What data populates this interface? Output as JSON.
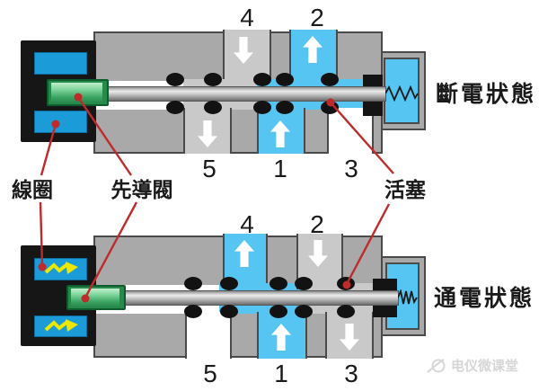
{
  "callouts": {
    "coil": "線圈",
    "pilot_valve": "先導閥",
    "piston": "活塞"
  },
  "diagrams": {
    "top": {
      "state_label": "斷電狀態",
      "ports": {
        "p4": "4",
        "p2": "2",
        "p5": "5",
        "p1": "1",
        "p3": "3"
      }
    },
    "bottom": {
      "state_label": "通電狀態",
      "ports": {
        "p4": "4",
        "p2": "2",
        "p5": "5",
        "p1": "1",
        "p3": "3"
      }
    }
  },
  "watermark": {
    "text": "电仪微课堂"
  },
  "colors": {
    "body_gray": "#a9a9a9",
    "channel_gray": "#c9c9c9",
    "flow_cyan": "#57c5f2",
    "coil_blue": "#1b9bd7",
    "solenoid_black": "#161616",
    "pilot_green": "#2f9e55",
    "leader_red": "#bf2a2b",
    "energized_yellow": "#ece800",
    "arrow_white": "#ffffff"
  }
}
